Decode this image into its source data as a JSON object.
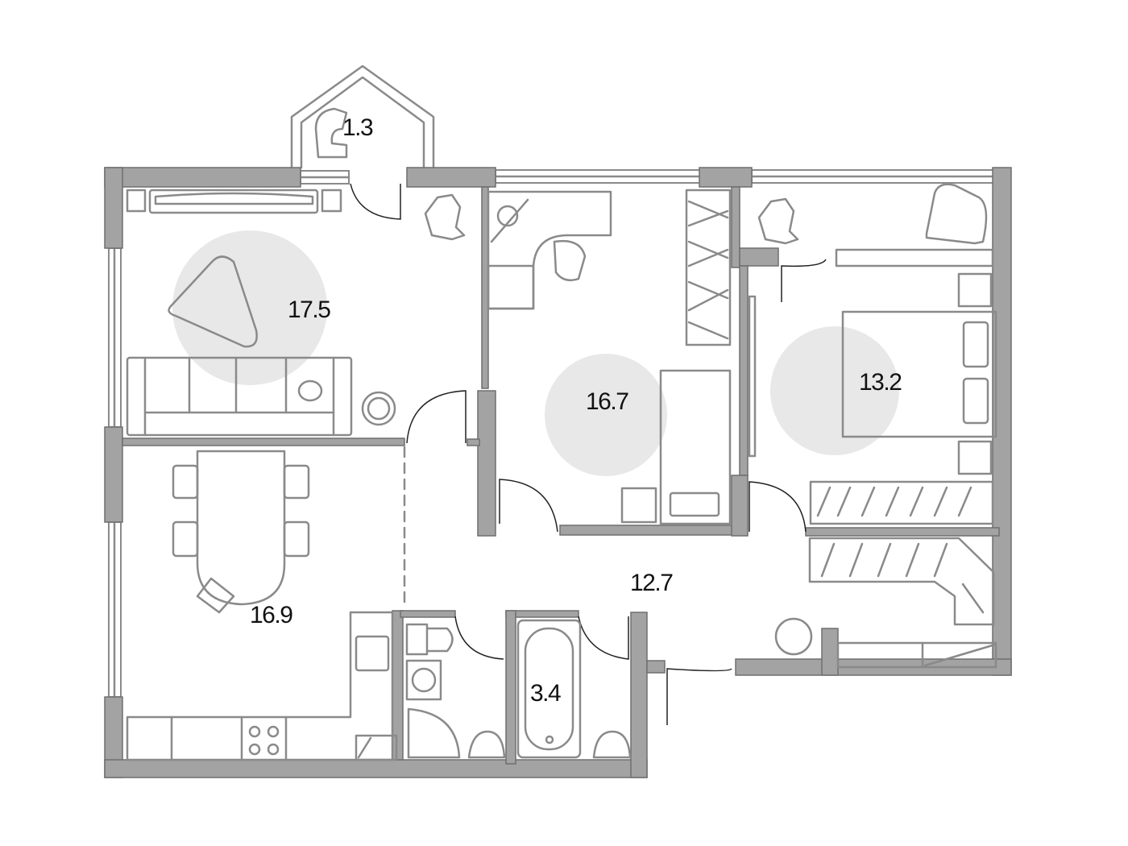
{
  "plan": {
    "rooms": [
      {
        "id": "balcony",
        "area": "1.3"
      },
      {
        "id": "living-room",
        "area": "17.5"
      },
      {
        "id": "study",
        "area": "16.7"
      },
      {
        "id": "bedroom",
        "area": "13.2"
      },
      {
        "id": "kitchen-dining",
        "area": "16.9"
      },
      {
        "id": "hallway",
        "area": "12.7"
      },
      {
        "id": "bathroom",
        "area": "3.4"
      }
    ],
    "colors": {
      "wall": "#a3a3a3",
      "furniture": "#8a8a8a",
      "zone": "#e8e8e8"
    }
  }
}
